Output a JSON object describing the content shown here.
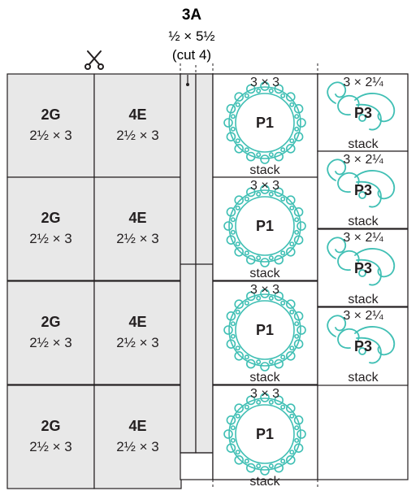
{
  "header": {
    "strip_name": "3A",
    "strip_size": "½ × 5½",
    "strip_cut": "(cut 4)"
  },
  "icons": {
    "scissors": "scissors-icon",
    "motif_p1": "ring-motif",
    "motif_p3": "swirl-motif"
  },
  "colors": {
    "fabric_fill": "#e8e8e8",
    "outline": "#231f20",
    "motif": "#3fbfb4",
    "page": "#ffffff"
  },
  "rectangles": [
    {
      "name": "2G",
      "size": "2½ × 3"
    },
    {
      "name": "4E",
      "size": "2½ × 3"
    },
    {
      "name": "2G",
      "size": "2½ × 3"
    },
    {
      "name": "4E",
      "size": "2½ × 3"
    },
    {
      "name": "2G",
      "size": "2½ × 3"
    },
    {
      "name": "4E",
      "size": "2½ × 3"
    },
    {
      "name": "2G",
      "size": "2½ × 3"
    },
    {
      "name": "4E",
      "size": "2½ × 3"
    }
  ],
  "p1_pieces": [
    {
      "name": "P1",
      "size": "3 × 3",
      "note": "stack"
    },
    {
      "name": "P1",
      "size": "3 × 3",
      "note": "stack"
    },
    {
      "name": "P1",
      "size": "3 × 3",
      "note": "stack"
    },
    {
      "name": "P1",
      "size": "3 × 3",
      "note": "stack"
    }
  ],
  "p3_pieces": [
    {
      "name": "P3",
      "size": "3 × 2¼",
      "note": "stack"
    },
    {
      "name": "P3",
      "size": "3 × 2¼",
      "note": "stack"
    },
    {
      "name": "P3",
      "size": "3 × 2¼",
      "note": "stack"
    },
    {
      "name": "P3",
      "size": "3 × 2¼",
      "note": "stack"
    }
  ]
}
